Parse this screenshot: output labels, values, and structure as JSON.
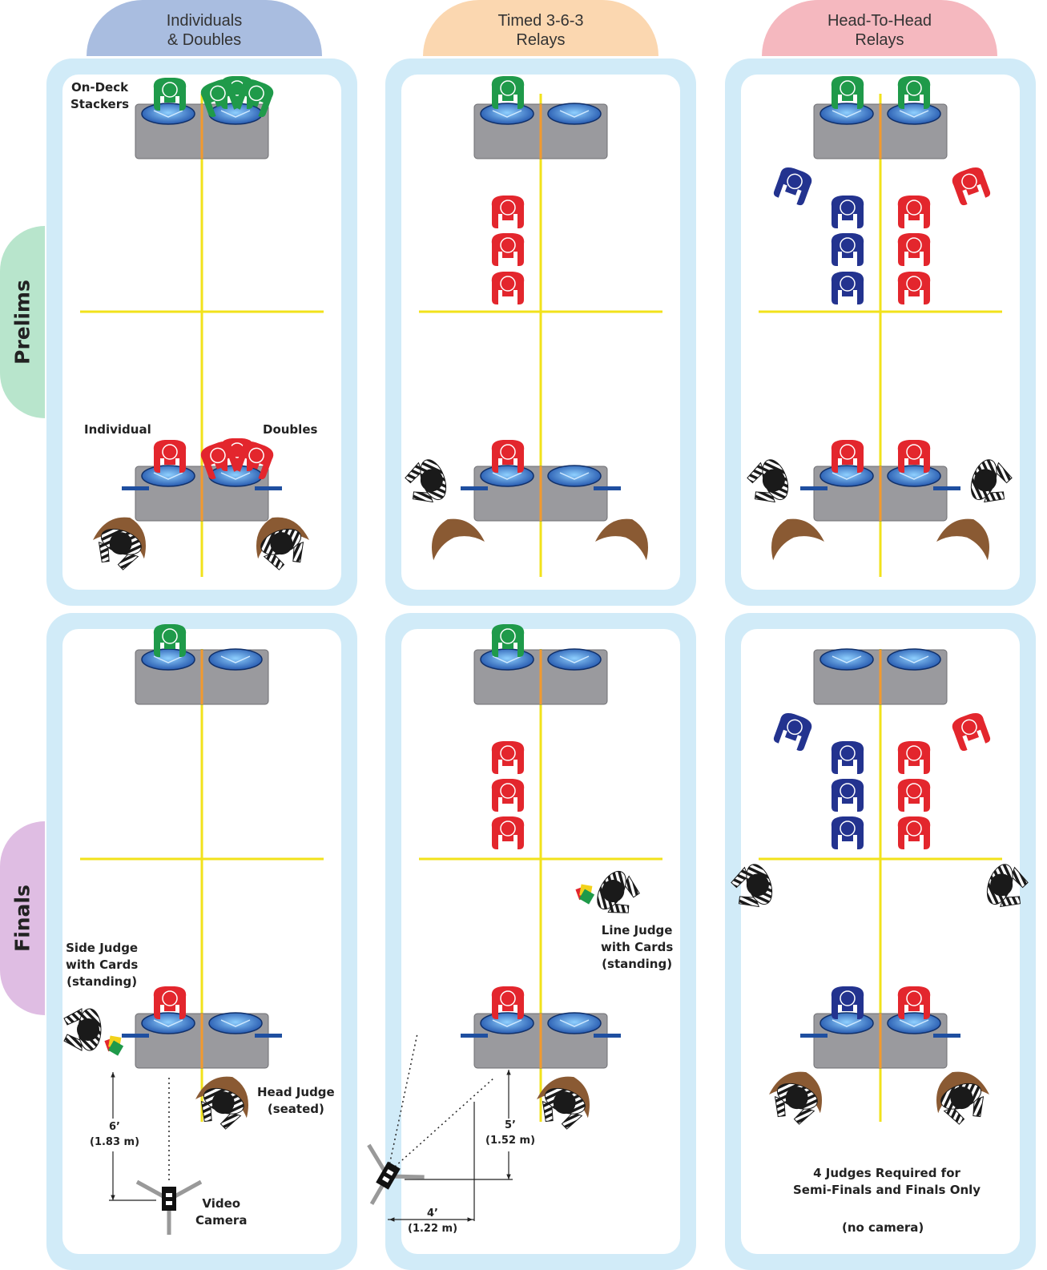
{
  "columns": [
    {
      "line1": "Individuals",
      "line2": "& Doubles",
      "color": "#a9bde0"
    },
    {
      "line1": "Timed 3-6-3",
      "line2": "Relays",
      "color": "#fbd7b0"
    },
    {
      "line1": "Head-To-Head",
      "line2": "Relays",
      "color": "#f5b8bf"
    }
  ],
  "rows": [
    {
      "label": "Prelims",
      "color": "#b8e5cc"
    },
    {
      "label": "Finals",
      "color": "#dfbde3"
    }
  ],
  "labels": {
    "on_deck": "On-Deck\nStackers",
    "individual": "Individual",
    "doubles": "Doubles",
    "side_judge": "Side Judge\nwith Cards\n(standing)",
    "head_judge": "Head Judge\n(seated)",
    "six_ft": "6’\n(1.83 m)",
    "video_camera": "Video\nCamera",
    "line_judge": "Line Judge\nwith Cards\n(standing)",
    "five_ft": "5’\n(1.52 m)",
    "four_ft": "4’\n(1.22 m)",
    "four_judges": "4 Judges Required for\nSemi-Finals and Finals Only",
    "no_camera": "(no camera)"
  },
  "colors": {
    "panel_border": "#d1ebf8",
    "table": "#9a9a9e",
    "timer": "#1f4fa0",
    "lane_line": "#f2e21b",
    "center_line": "#f29a2e",
    "green_stacker": "#1f9a4a",
    "red_stacker": "#e3262d",
    "blue_stacker": "#23338f",
    "judge": "#1a1a1a",
    "chair": "#8a5a33",
    "mat": "#2a6ed8"
  }
}
